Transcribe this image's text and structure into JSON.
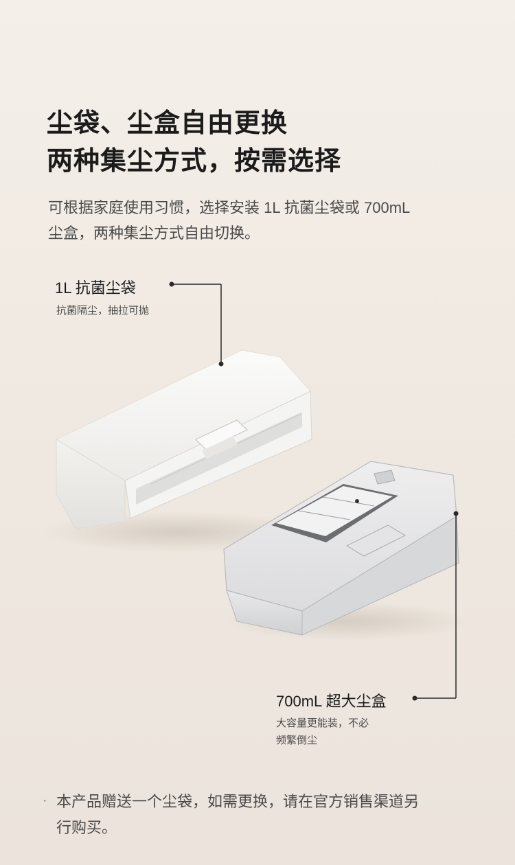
{
  "heading": {
    "line1": "尘袋、尘盒自由更换",
    "line2": "两种集尘方式，按需选择"
  },
  "intro": {
    "line1": "可根据家庭使用习惯，选择安装 1L 抗菌尘袋或 700mL",
    "line2": "尘盒，两种集尘方式自由切换。"
  },
  "dust_bag": {
    "title": "1L 抗菌尘袋",
    "subtitle": "抗菌隔尘，抽拉可抛"
  },
  "dust_box": {
    "title": "700mL 超大尘盒",
    "subtitle_line1": "大容量更能装，不必",
    "subtitle_line2": "频繁倒尘"
  },
  "footnote": {
    "bullet": "·",
    "line1": "本产品赠送一个尘袋，如需更换，请在官方销售渠道另",
    "line2": "行购买。"
  },
  "colors": {
    "background": "#f1ebe4",
    "text": "#1b1b1b",
    "muted": "#4a4a4a"
  }
}
